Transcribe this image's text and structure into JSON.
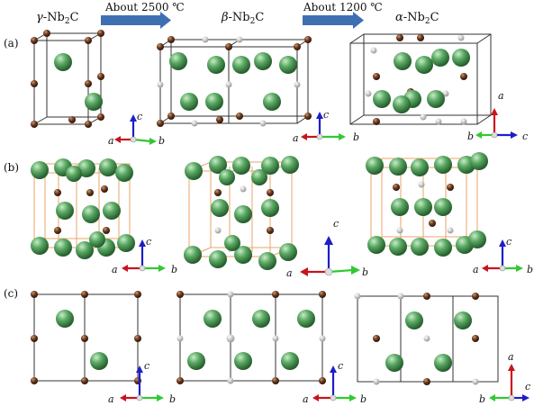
{
  "phases": {
    "gamma": {
      "prefix": "γ",
      "rest": "-Nb",
      "sub": "2",
      "end": "C"
    },
    "beta": {
      "prefix": "β",
      "rest": "-Nb",
      "sub": "2",
      "end": "C"
    },
    "alpha": {
      "prefix": "α",
      "rest": "-Nb",
      "sub": "2",
      "end": "C"
    }
  },
  "transitions": [
    {
      "label": "About 2500 ℃"
    },
    {
      "label": "About 1200 ℃"
    }
  ],
  "row_labels": [
    "(a)",
    "(b)",
    "(c)"
  ],
  "axis_labels": {
    "a": "a",
    "b": "b",
    "c": "c"
  },
  "colors": {
    "nb_atom": "#5aa863",
    "c_atom": "#6b3a1e",
    "vacancy": "#cfcfcf",
    "cell_line": "#333333",
    "bond_line": "#e8a468",
    "arrow_fill": "#3f6fb3",
    "axis_red": "#c8141e",
    "axis_green": "#32c832",
    "axis_blue": "#1e1ec8"
  }
}
